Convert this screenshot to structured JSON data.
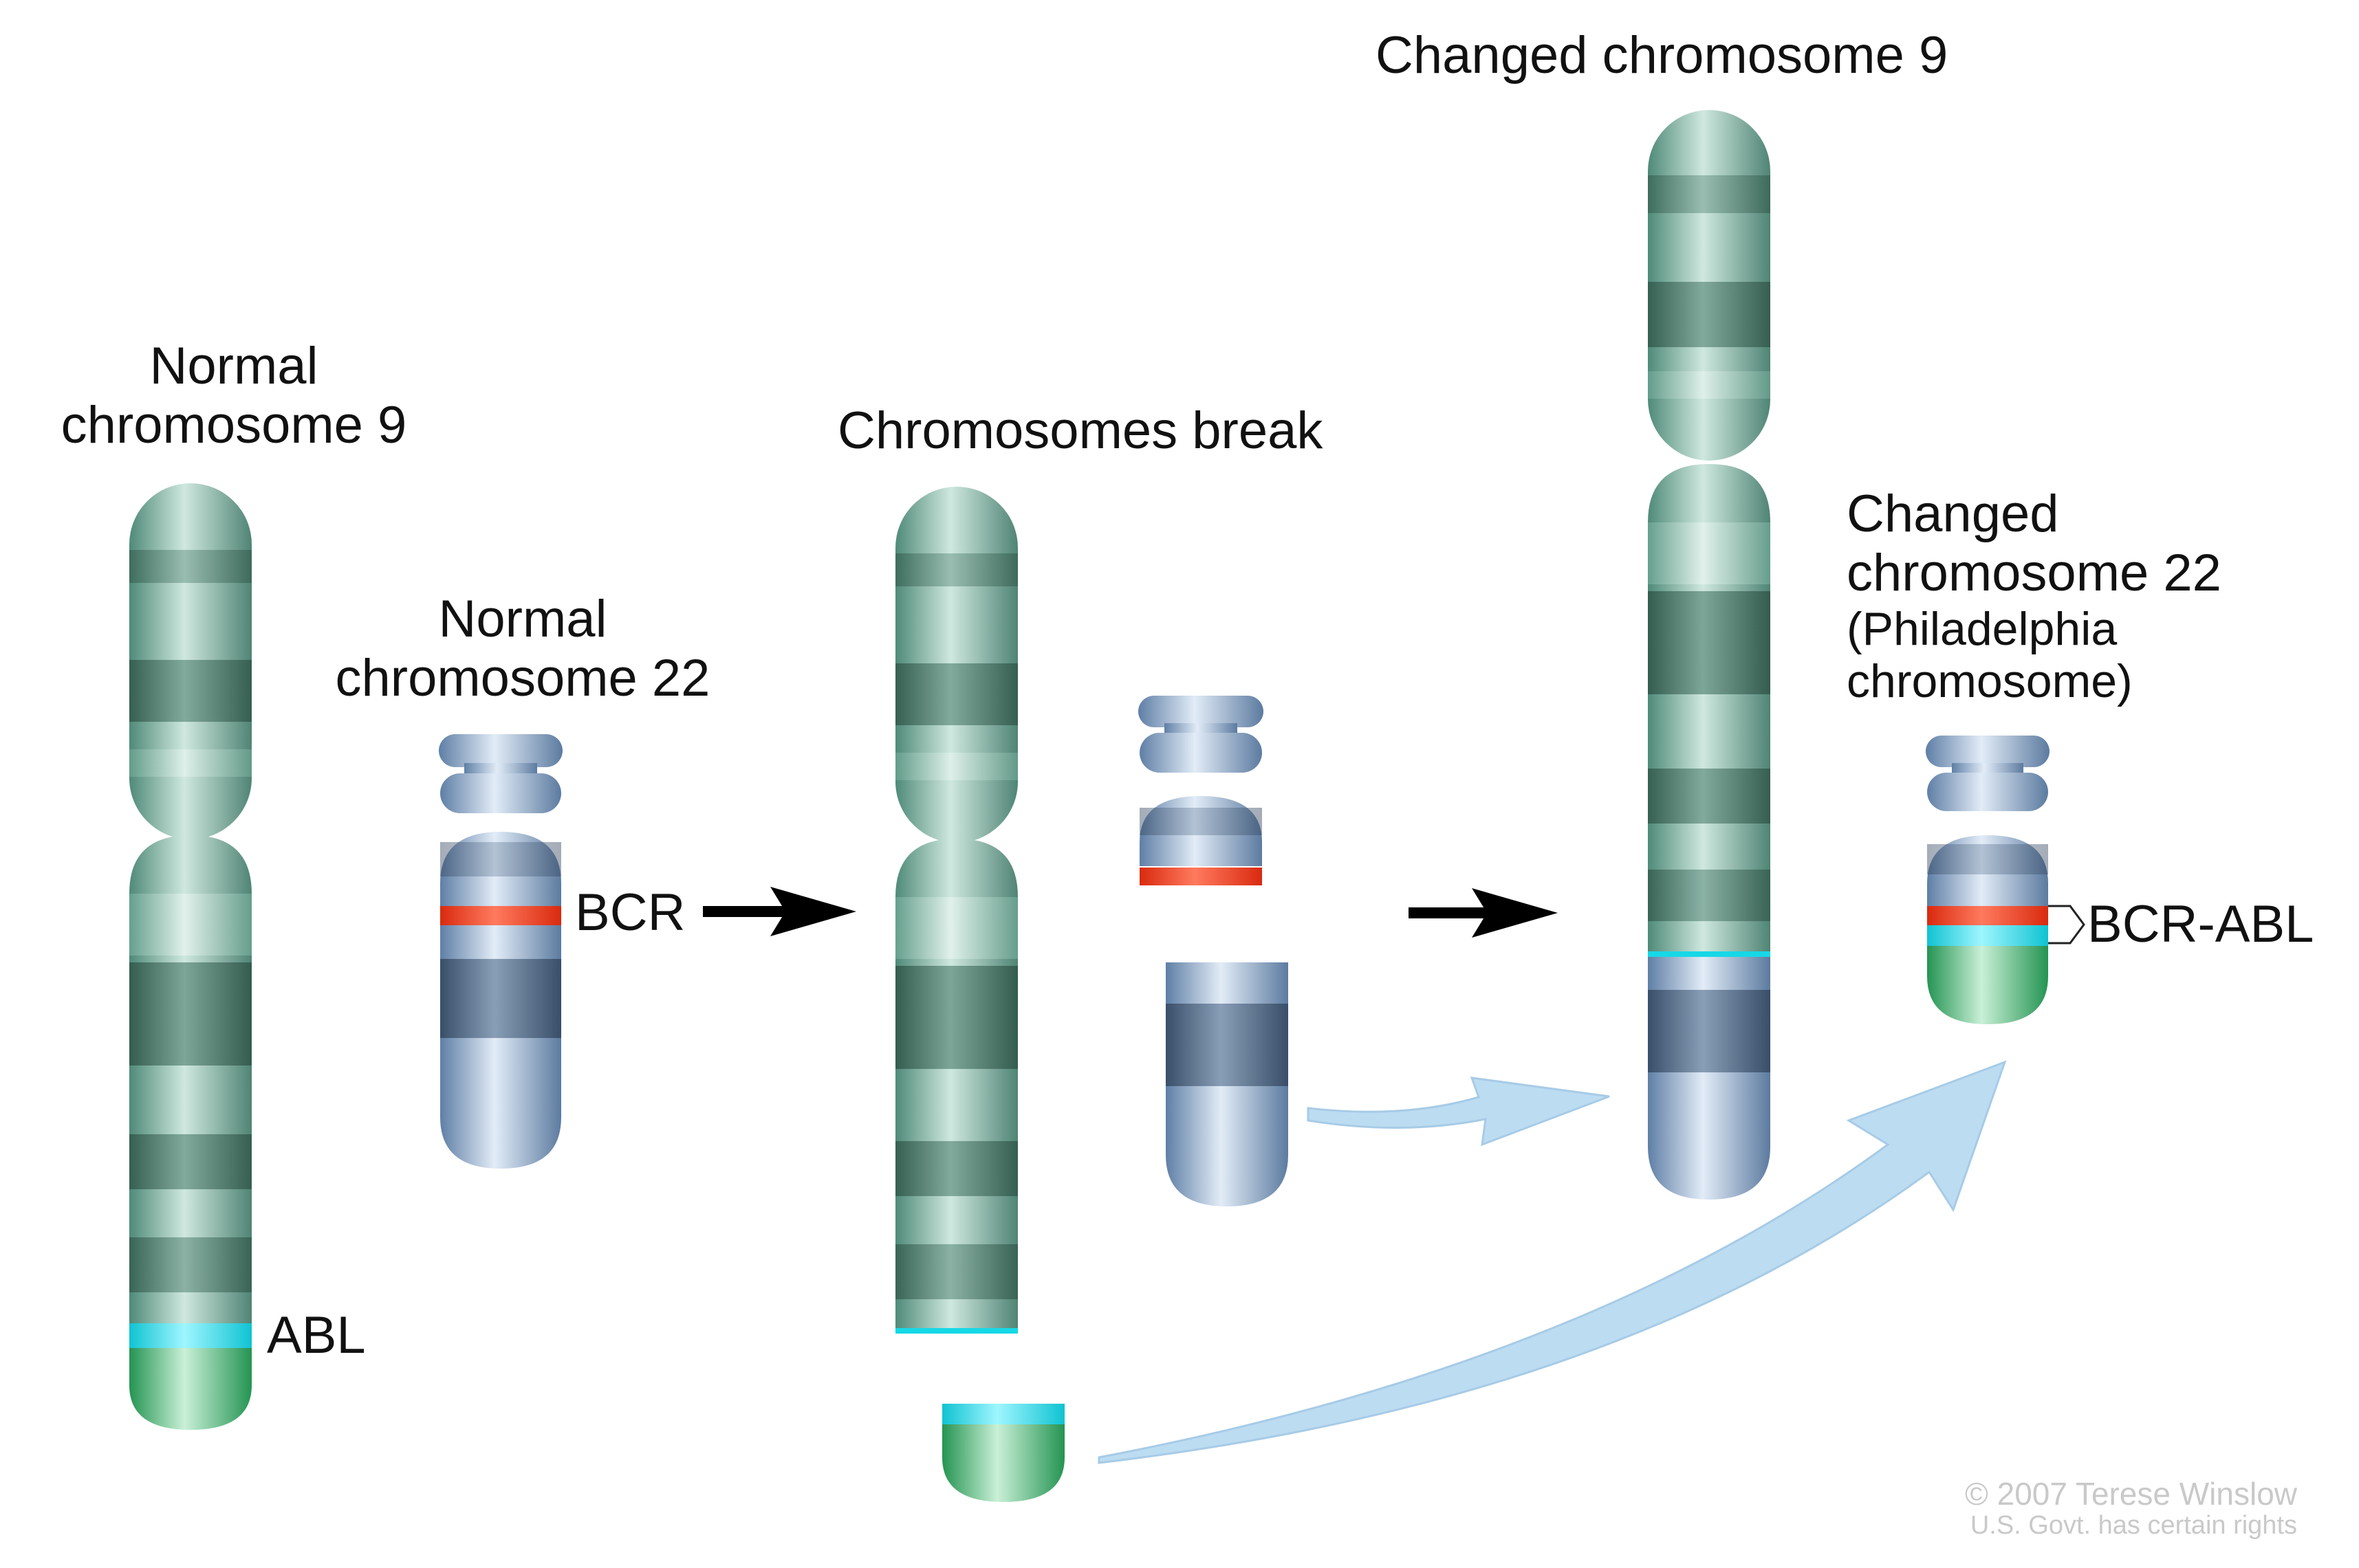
{
  "labels": {
    "normal_9_line1": "Normal",
    "normal_9_line2": "chromosome 9",
    "normal_22_line1": "Normal",
    "normal_22_line2": "chromosome 22",
    "chromosomes_break": "Chromosomes break",
    "changed_9": "Changed chromosome 9",
    "changed_22_line1": "Changed",
    "changed_22_line2": "chromosome 22",
    "changed_22_line3": "(Philadelphia",
    "changed_22_line4": "chromosome)"
  },
  "genes": {
    "bcr": "BCR",
    "abl": "ABL",
    "fusion": "BCR-ABL"
  },
  "credit": {
    "line1": "© 2007 Terese Winslow",
    "line2": "U.S. Govt. has certain rights"
  },
  "colors": {
    "chr9_base": "#6aa593",
    "chr9_dark_band": "#3f6e60",
    "chr22_base": "#7f9fc4",
    "chr22_dark_band": "#3f5773",
    "abl_marker": "#16d8e6",
    "bcr_marker": "#ef3b1c",
    "abl_segment": "#3fb36d",
    "transfer_arrow": "#bcdcf2",
    "step_arrow": "#000000"
  }
}
